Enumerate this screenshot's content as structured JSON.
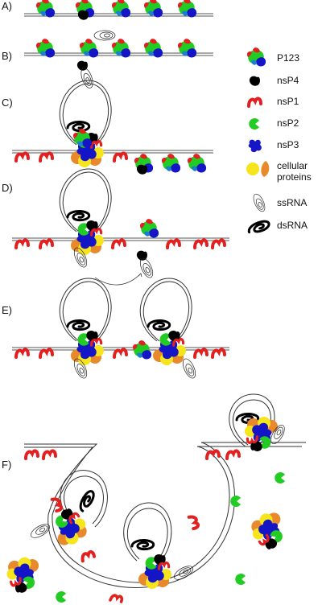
{
  "panels": [
    {
      "id": "A",
      "label": "A)"
    },
    {
      "id": "B",
      "label": "B)"
    },
    {
      "id": "C",
      "label": "C)"
    },
    {
      "id": "D",
      "label": "D)"
    },
    {
      "id": "E",
      "label": "E)"
    },
    {
      "id": "F",
      "label": "F)"
    }
  ],
  "legend": {
    "items": [
      {
        "key": "p123",
        "label": "P123",
        "icon": "p123-polyprotein-icon"
      },
      {
        "key": "nsp4",
        "label": "nsP4",
        "icon": "nsp4-icon",
        "color": "#000000"
      },
      {
        "key": "nsp1",
        "label": "nsP1",
        "icon": "nsp1-icon",
        "color": "#e32020"
      },
      {
        "key": "nsp2",
        "label": "nsP2",
        "icon": "nsp2-icon",
        "color": "#22cc22"
      },
      {
        "key": "nsp3",
        "label": "nsP3",
        "icon": "nsp3-icon",
        "color": "#1515c8"
      },
      {
        "key": "cellular",
        "label_line1": "cellular",
        "label_line2": "proteins",
        "icon": "cellular-proteins-icon",
        "colors": [
          "#f6e41c",
          "#e8892c"
        ]
      },
      {
        "key": "ssrna",
        "label": "ssRNA",
        "icon": "ssrna-icon"
      },
      {
        "key": "dsrna",
        "label": "dsRNA",
        "icon": "dsrna-icon"
      }
    ]
  },
  "colors": {
    "membrane": "#555555",
    "nsp1": "#e32020",
    "nsp2": "#22cc22",
    "nsp3": "#1515c8",
    "nsp4": "#000000",
    "yellow_protein": "#f6e41c",
    "orange_protein": "#e8892c"
  }
}
